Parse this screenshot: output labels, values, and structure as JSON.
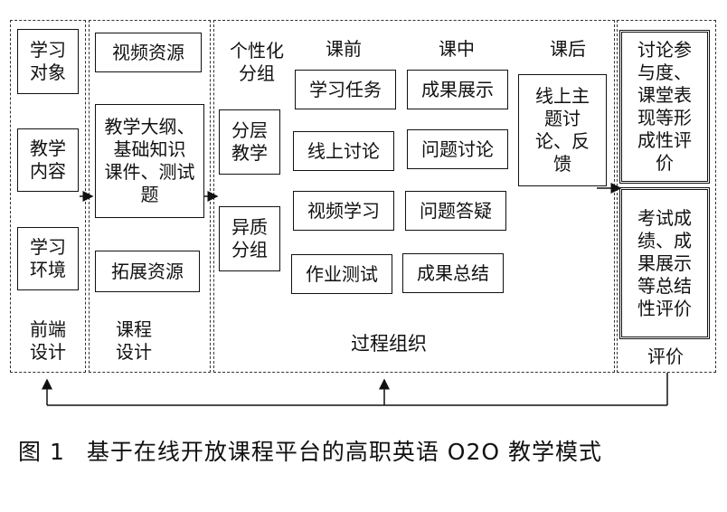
{
  "stage_labels": {
    "frontend": "前端\n设计",
    "course": "课程\n设计",
    "process": "过程组织",
    "evaluation": "评价"
  },
  "frontend_items": [
    "学习\n对象",
    "教学\n内容",
    "学习\n环境"
  ],
  "course_items": [
    "视频资源",
    "教学大纲、\n基础知识\n课件、测试\n题",
    "拓展资源"
  ],
  "grouping": {
    "header": "个性化\n分组",
    "items": [
      "分层\n教学",
      "异质\n分组"
    ]
  },
  "phases": {
    "before": {
      "header": "课前",
      "items": [
        "学习任务",
        "线上讨论",
        "视频学习",
        "作业测试"
      ]
    },
    "during": {
      "header": "课中",
      "items": [
        "成果展示",
        "问题讨论",
        "问题答疑",
        "成果总结"
      ]
    },
    "after": {
      "header": "课后",
      "items": [
        "线上主\n题讨\n论、反\n馈"
      ]
    }
  },
  "evaluation_items": [
    "讨论参\n与度、\n课堂表\n现等形\n成性评\n价",
    "考试成\n绩、成\n果展示\n等总结\n性评价"
  ],
  "caption": {
    "figure_no": "图 1",
    "title": "基于在线开放课程平台的高职英语 O2O 教学模式"
  }
}
